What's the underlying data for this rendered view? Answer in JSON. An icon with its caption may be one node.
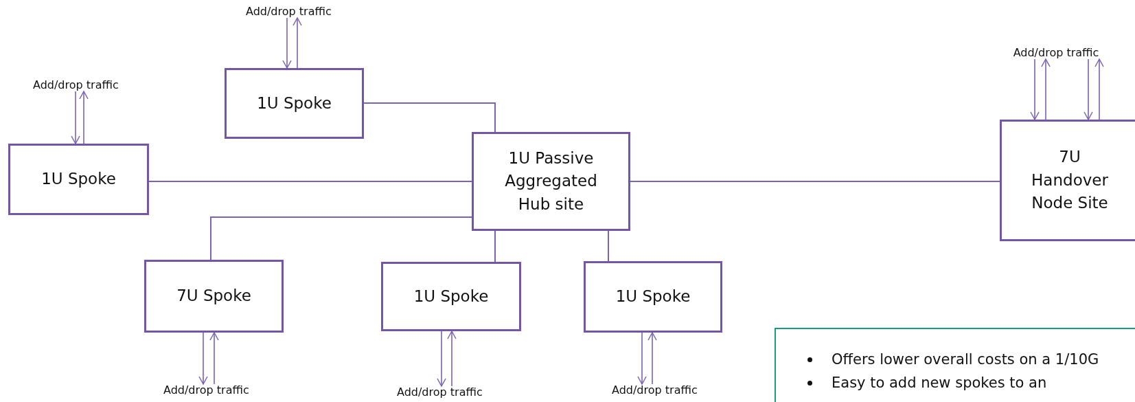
{
  "diagram": {
    "nodes": [
      {
        "text": [
          "1U Spoke"
        ]
      },
      {
        "text": [
          "1U Spoke"
        ]
      },
      {
        "text": [
          "1U Passive Aggregated Hub site"
        ]
      },
      {
        "text": [
          "7U Handover Node Site"
        ]
      },
      {
        "text": [
          "7U Spoke"
        ]
      },
      {
        "text": [
          "1U Spoke"
        ]
      },
      {
        "text": [
          "1U Spoke"
        ]
      },
      {
        "text": [
          "Offers lower overall costs on a 1/10G",
          "Easy to add new spokes to an"
        ]
      },
      {
        "text": [
          "Add/drop traffic"
        ]
      },
      {
        "text": [
          "Add/drop traffic"
        ]
      },
      {
        "text": [
          "Add/drop traffic"
        ]
      },
      {
        "text": [
          "Add/drop traffic"
        ]
      },
      {
        "text": [
          "Add/drop traffic"
        ]
      },
      {
        "text": [
          "Add/drop traffic"
        ]
      }
    ],
    "edges": [
      {
        "from": 0,
        "to": 2,
        "arrow": "none"
      },
      {
        "from": 1,
        "to": 2,
        "arrow": "none"
      },
      {
        "from": 2,
        "to": 3,
        "arrow": "none"
      },
      {
        "from": 2,
        "to": 4,
        "arrow": "none"
      },
      {
        "from": 2,
        "to": 5,
        "arrow": "none"
      },
      {
        "from": 2,
        "to": 6,
        "arrow": "none"
      },
      {
        "from": 8,
        "to": 0,
        "arrow": "to"
      },
      {
        "from": 0,
        "to": 8,
        "arrow": "to"
      },
      {
        "from": 9,
        "to": 1,
        "arrow": "to"
      },
      {
        "from": 1,
        "to": 9,
        "arrow": "to"
      },
      {
        "from": 10,
        "to": 3,
        "arrow": "to"
      },
      {
        "from": 3,
        "to": 10,
        "arrow": "to"
      },
      {
        "from": 10,
        "to": 3,
        "arrow": "to"
      },
      {
        "from": 3,
        "to": 10,
        "arrow": "to"
      },
      {
        "from": 4,
        "to": 11,
        "arrow": "to"
      },
      {
        "from": 11,
        "to": 4,
        "arrow": "to"
      },
      {
        "from": 5,
        "to": 12,
        "arrow": "to"
      },
      {
        "from": 12,
        "to": 5,
        "arrow": "to"
      },
      {
        "from": 6,
        "to": 13,
        "arrow": "to"
      },
      {
        "from": 13,
        "to": 6,
        "arrow": "to"
      }
    ]
  }
}
